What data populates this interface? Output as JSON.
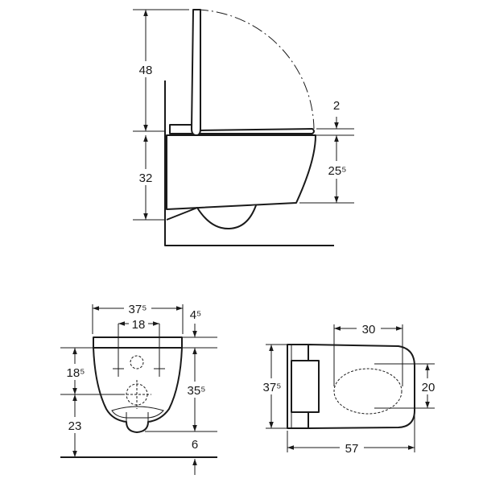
{
  "side_view": {
    "dims": {
      "lid_height": "48",
      "seat_height": "32",
      "seat_thickness": "2",
      "bowl_height": "25⁵"
    }
  },
  "front_view": {
    "dims": {
      "width": "37⁵",
      "fixing_spacing": "18",
      "rim_offset": "4⁵",
      "fixing_height": "18⁵",
      "outlet_height": "23",
      "body_height": "35⁵",
      "floor_gap": "6"
    }
  },
  "top_view": {
    "dims": {
      "bowl_length": "30",
      "width": "37⁵",
      "bowl_width": "20",
      "total_length": "57"
    }
  }
}
